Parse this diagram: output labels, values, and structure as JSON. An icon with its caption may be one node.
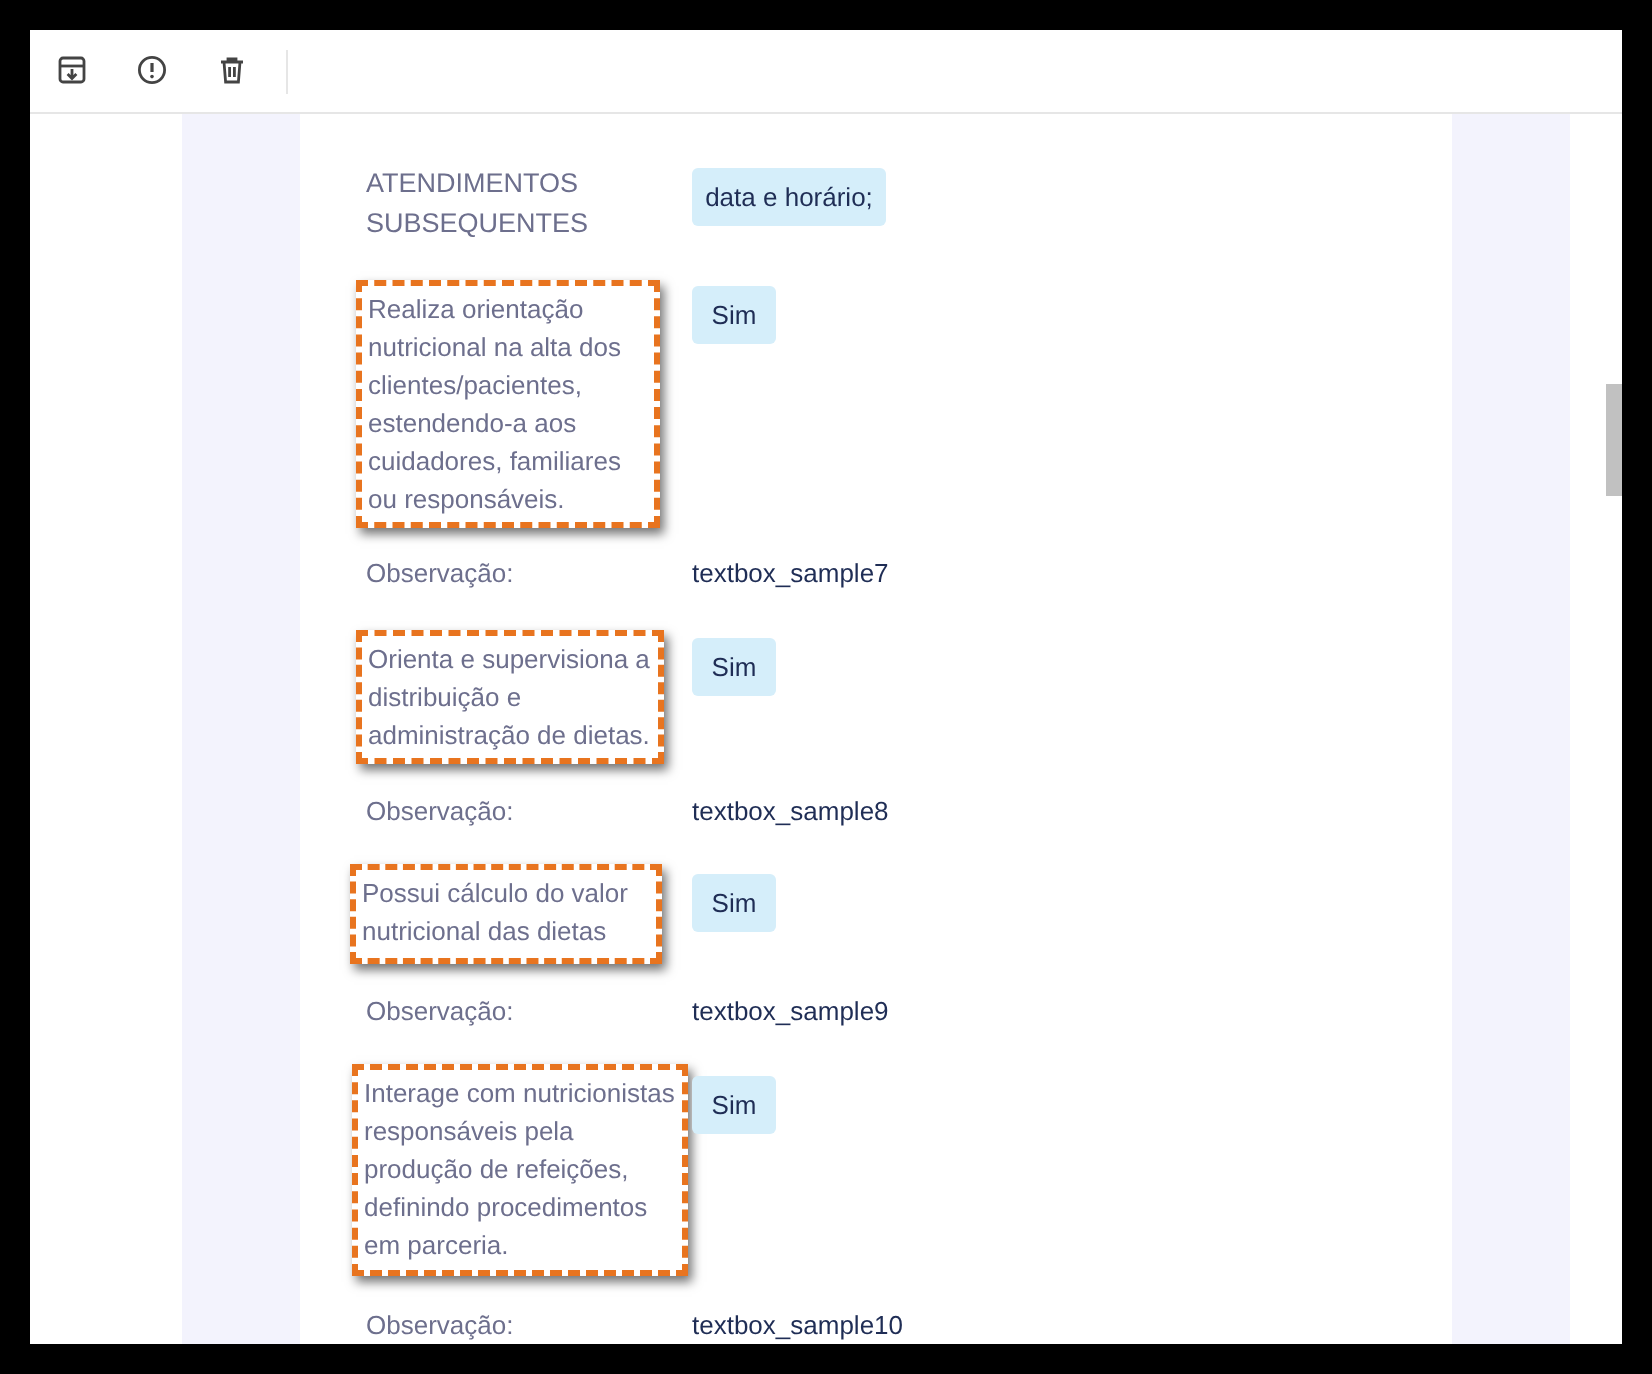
{
  "diagram": {
    "nodes": [
      {
        "text": [
          "data e horário;"
        ]
      },
      {
        "text": [
          "Realiza orientação nutricional na alta dos clientes/pacientes, estendendo-a aos cuidadores, familiares ou responsáveis."
        ]
      },
      {
        "text": [
          "Sim"
        ]
      },
      {
        "text": [
          "Orienta e supervisiona a distribuição e administração de dietas."
        ]
      },
      {
        "text": [
          "Sim"
        ]
      },
      {
        "text": [
          "Possui cálculo do valor nutricional das dietas"
        ]
      },
      {
        "text": [
          "Sim"
        ]
      },
      {
        "text": [
          "Interage com nutricionistas responsáveis pela produção de refeições, definindo procedimentos em parceria."
        ]
      },
      {
        "text": [
          "Sim"
        ]
      }
    ],
    "labels": [
      "ATENDIMENTOS SUBSEQUENTES",
      "Observação:",
      "textbox_sample7",
      "Observação:",
      "textbox_sample8",
      "Observação:",
      "textbox_sample9",
      "Observação:",
      "textbox_sample10"
    ]
  }
}
